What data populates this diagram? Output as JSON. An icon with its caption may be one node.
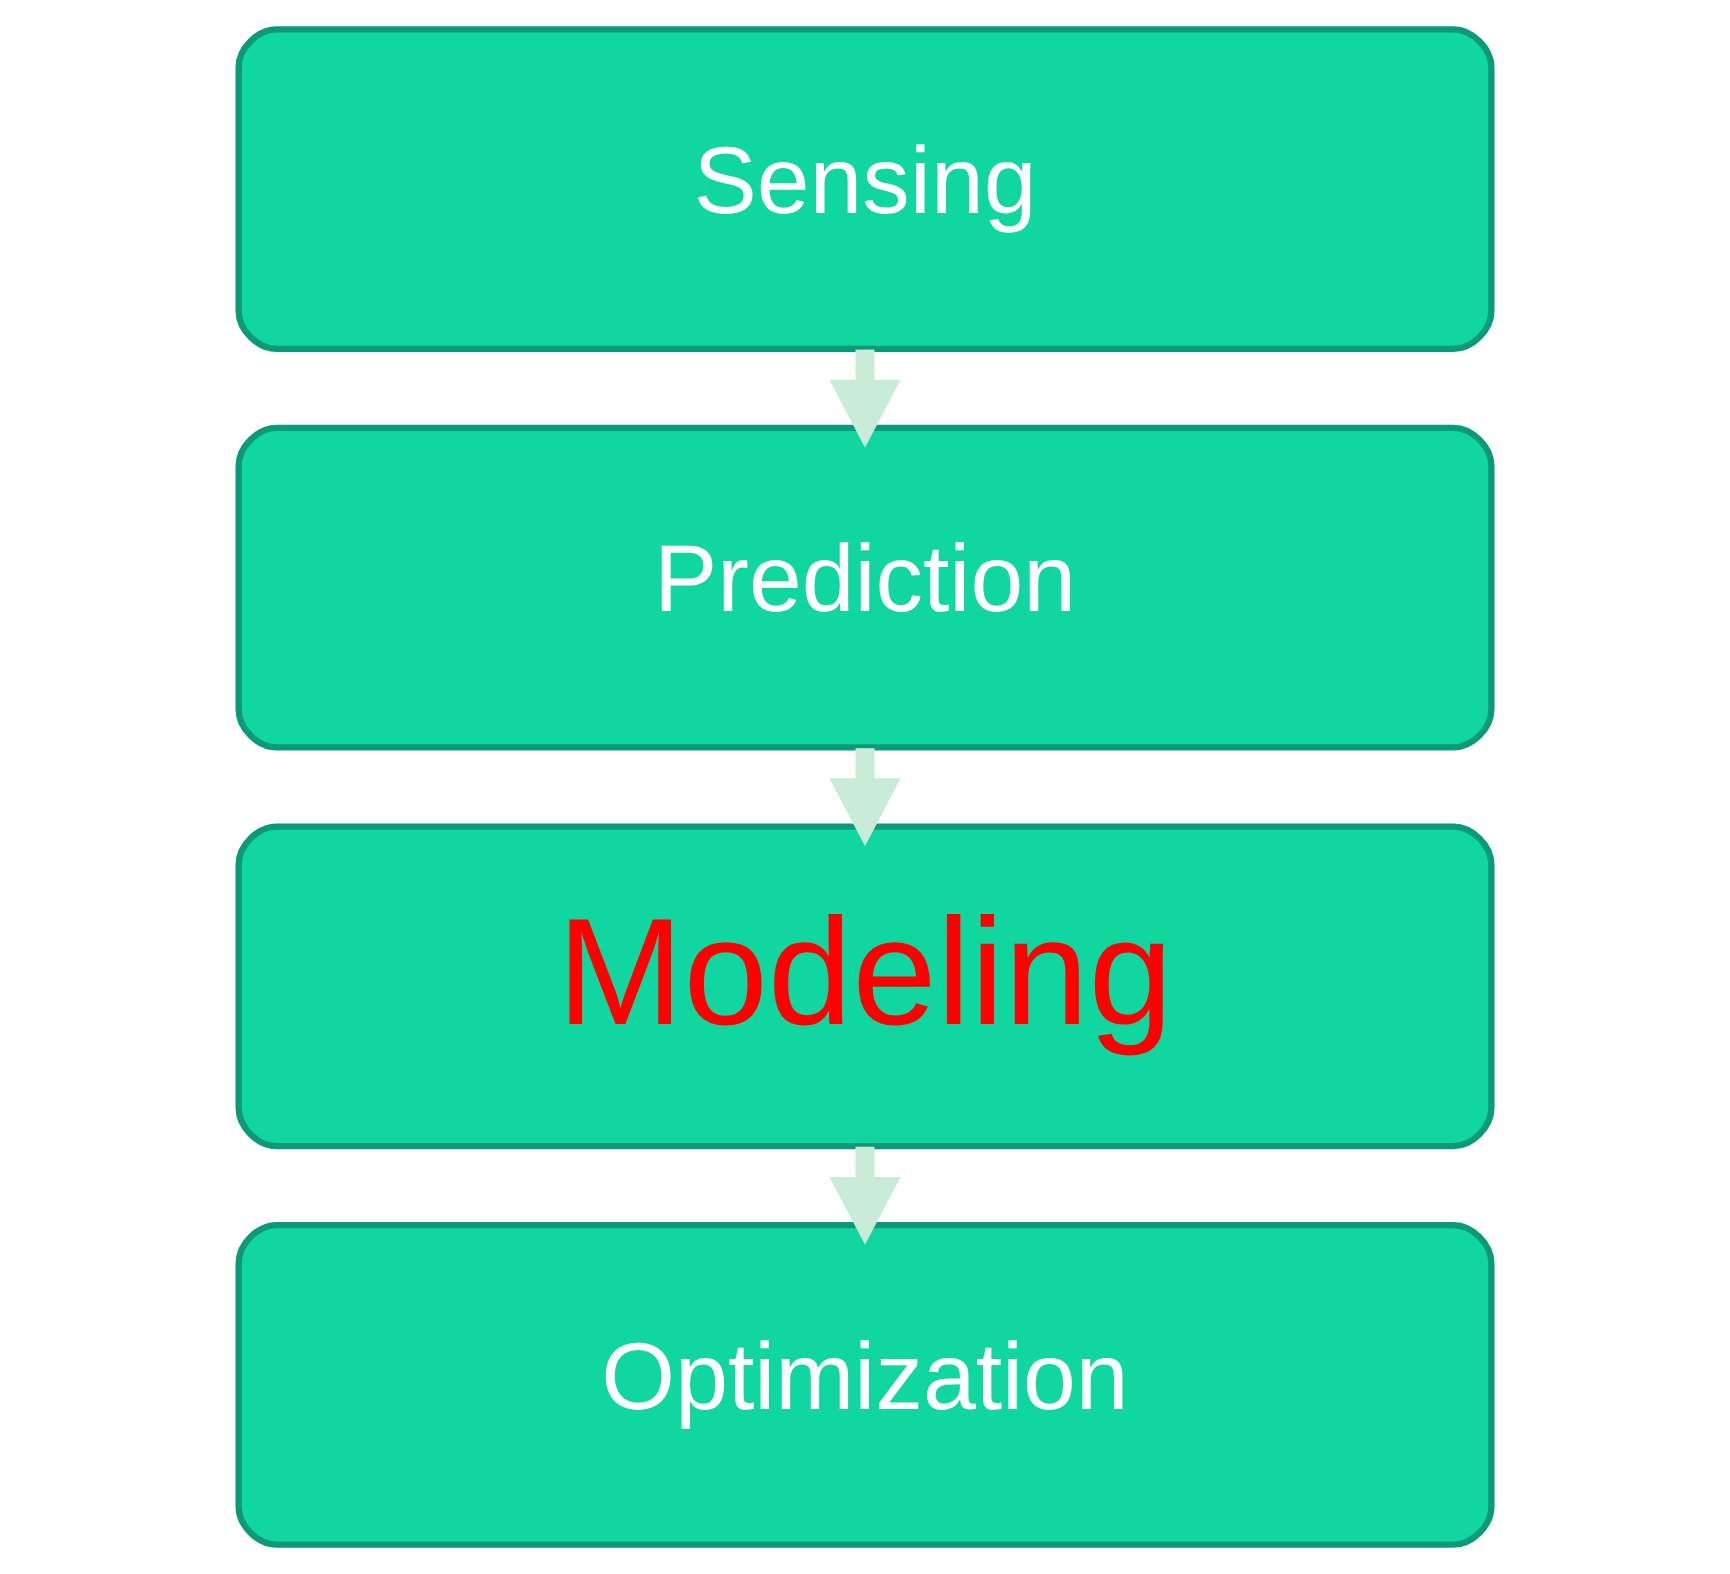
{
  "diagram": {
    "nodes": [
      {
        "text": [
          "Sensing"
        ]
      },
      {
        "text": [
          "Prediction"
        ]
      },
      {
        "text": [
          "Modeling"
        ]
      },
      {
        "text": [
          "Optimization"
        ]
      }
    ],
    "edges": [
      {
        "from": 0,
        "to": 1,
        "arrow": "to"
      },
      {
        "from": 1,
        "to": 2,
        "arrow": "to"
      },
      {
        "from": 2,
        "to": 3,
        "arrow": "to"
      }
    ]
  }
}
